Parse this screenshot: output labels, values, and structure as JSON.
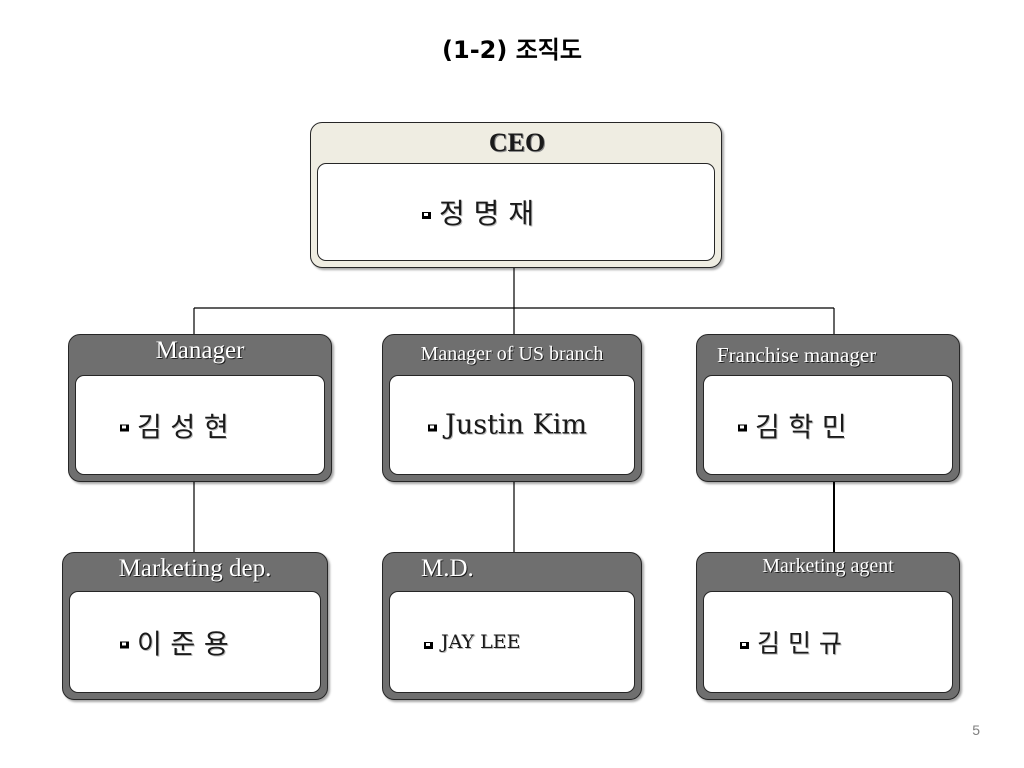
{
  "slide": {
    "title": "(1-2) 조직도",
    "page_number": "5"
  },
  "org_chart": {
    "ceo": {
      "role": "CEO",
      "name": "정 명 재"
    },
    "managers": [
      {
        "role": "Manager",
        "name": "김 성 현"
      },
      {
        "role": "Manager of US branch",
        "name": "Justin Kim"
      },
      {
        "role": "Franchise manager",
        "name": "김 학 민"
      }
    ],
    "staff": [
      {
        "role": "Marketing dep.",
        "name": "이 준 용",
        "reports_to": "Manager"
      },
      {
        "role": "M.D.",
        "name": "JAY LEE",
        "reports_to": "Manager of US branch"
      },
      {
        "role": "Marketing agent",
        "name": "김 민 규",
        "reports_to": "Franchise manager"
      }
    ],
    "bullet_icon": "square-bullet-icon",
    "colors": {
      "ceo_card": "#efede2",
      "role_card": "#6f6f6f",
      "name_panel": "#ffffff",
      "border": "#262626"
    }
  }
}
